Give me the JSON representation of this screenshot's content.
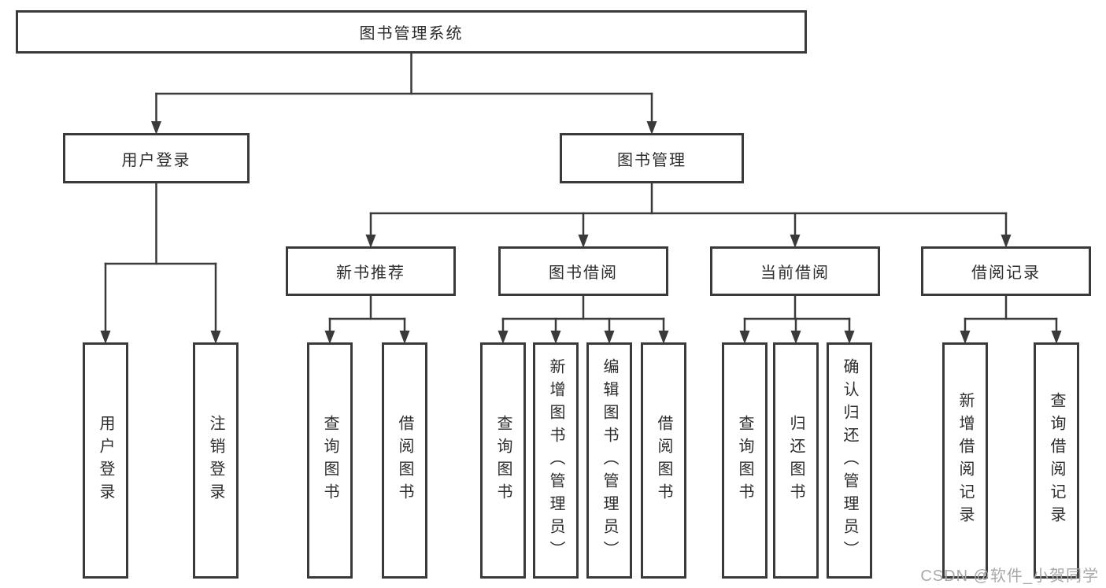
{
  "colors": {
    "line": "#3a3a3a",
    "box_border": "#3a3a3a",
    "box_text": "#2d2d2d",
    "background": "#ffffff",
    "watermark": "#a8a8a8"
  },
  "watermark": {
    "text": "CSDN @软件_小贺同学"
  },
  "diagram": {
    "title": "图书管理系统",
    "nodes": [
      {
        "id": "root",
        "label": "图书管理系统",
        "orientation": "horizontal",
        "parent": null
      },
      {
        "id": "user-login",
        "label": "用户登录",
        "orientation": "horizontal",
        "parent": "root"
      },
      {
        "id": "book-mgmt",
        "label": "图书管理",
        "orientation": "horizontal",
        "parent": "root"
      },
      {
        "id": "new-book",
        "label": "新书推荐",
        "orientation": "horizontal",
        "parent": "book-mgmt"
      },
      {
        "id": "book-borrow",
        "label": "图书借阅",
        "orientation": "horizontal",
        "parent": "book-mgmt"
      },
      {
        "id": "current-borrow",
        "label": "当前借阅",
        "orientation": "horizontal",
        "parent": "book-mgmt"
      },
      {
        "id": "borrow-record",
        "label": "借阅记录",
        "orientation": "horizontal",
        "parent": "book-mgmt"
      },
      {
        "id": "leaf-user-login",
        "label": "用户登录",
        "orientation": "vertical",
        "parent": "user-login"
      },
      {
        "id": "leaf-logout",
        "label": "注销登录",
        "orientation": "vertical",
        "parent": "user-login"
      },
      {
        "id": "leaf-nb-query",
        "label": "查询图书",
        "orientation": "vertical",
        "parent": "new-book"
      },
      {
        "id": "leaf-nb-borrow",
        "label": "借阅图书",
        "orientation": "vertical",
        "parent": "new-book"
      },
      {
        "id": "leaf-bb-query",
        "label": "查询图书",
        "orientation": "vertical",
        "parent": "book-borrow"
      },
      {
        "id": "leaf-bb-add",
        "label": "新增图书（管理员）",
        "orientation": "vertical",
        "parent": "book-borrow"
      },
      {
        "id": "leaf-bb-edit",
        "label": "编辑图书（管理员）",
        "orientation": "vertical",
        "parent": "book-borrow"
      },
      {
        "id": "leaf-bb-borrow",
        "label": "借阅图书",
        "orientation": "vertical",
        "parent": "book-borrow"
      },
      {
        "id": "leaf-cb-query",
        "label": "查询图书",
        "orientation": "vertical",
        "parent": "current-borrow"
      },
      {
        "id": "leaf-cb-return",
        "label": "归还图书",
        "orientation": "vertical",
        "parent": "current-borrow"
      },
      {
        "id": "leaf-cb-confirm",
        "label": "确认归还（管理员）",
        "orientation": "vertical",
        "parent": "current-borrow"
      },
      {
        "id": "leaf-br-add",
        "label": "新增借阅记录",
        "orientation": "vertical",
        "parent": "borrow-record"
      },
      {
        "id": "leaf-br-query",
        "label": "查询借阅记录",
        "orientation": "vertical",
        "parent": "borrow-record"
      }
    ]
  }
}
